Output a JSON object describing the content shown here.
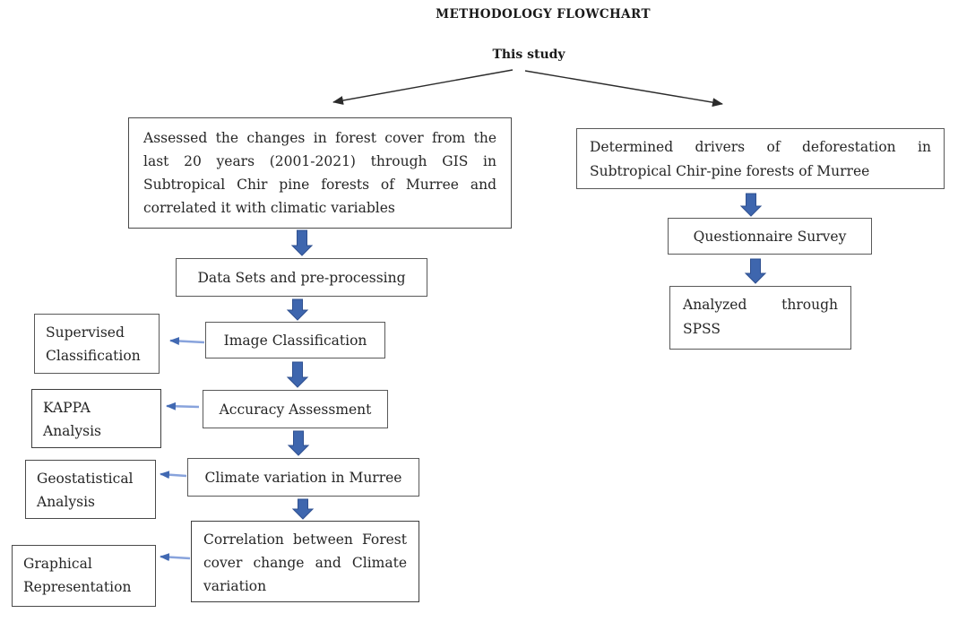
{
  "title": "METHODOLOGY FLOWCHART",
  "root_label": "This study",
  "colors": {
    "block_arrow_fill": "#3E66AE",
    "block_arrow_edge": "#2F5090",
    "connector_shaft": "#88A3DC",
    "connector_head": "#4169B2",
    "branch_line": "#2B2B2B"
  },
  "nodes": {
    "left_main": "Assessed the changes in forest cover from the last 20 years (2001-2021) through GIS in Subtropical Chir pine forests of Murree and correlated it with climatic variables",
    "data_sets": "Data Sets and pre-processing",
    "image_classification": "Image Classification",
    "accuracy_assessment": "Accuracy Assessment",
    "climate_variation": "Climate variation in Murree",
    "correlation": "Correlation between Forest cover change and Climate variation",
    "supervised": "Supervised Classification",
    "kappa": "KAPPA Analysis",
    "geostatistical": "Geostatistical Analysis",
    "graphical": "Graphical Representation",
    "right_main": "Determined drivers of deforestation in Subtropical Chir-pine forests of Murree",
    "questionnaire": "Questionnaire Survey",
    "spss": "Analyzed through SPSS"
  }
}
